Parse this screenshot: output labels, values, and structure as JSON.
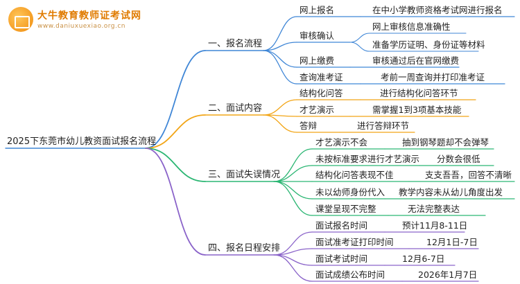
{
  "logo": {
    "title": "大牛教育教师证考试网",
    "url": "www.daniuxuexiao.org.cn"
  },
  "colors": {
    "blue": "#3f86d6",
    "orange": "#f2a516",
    "green": "#2bb673",
    "purple": "#8a63c9"
  },
  "root": {
    "label": "2025下东莞市幼儿教资面试报名流程"
  },
  "branches": [
    {
      "label": "一、报名流程",
      "color": "#3f86d6",
      "items": [
        {
          "label": "网上报名",
          "details": [
            "在中小学教师资格考试网进行报名"
          ]
        },
        {
          "label": "审核确认",
          "details": [
            "网上审核信息准确性",
            "准备学历证明、身份证等材料"
          ]
        },
        {
          "label": "网上缴费",
          "details": [
            "审核通过后在官网缴费"
          ]
        },
        {
          "label": "查询准考证",
          "details": [
            "考前一周查询并打印准考证"
          ]
        }
      ]
    },
    {
      "label": "二、面试内容",
      "color": "#f2a516",
      "items": [
        {
          "label": "结构化问答",
          "details": [
            "进行结构化问答环节"
          ]
        },
        {
          "label": "才艺演示",
          "details": [
            "需掌握1到3项基本技能"
          ]
        },
        {
          "label": "答辩",
          "details": [
            "进行答辩环节"
          ]
        }
      ]
    },
    {
      "label": "三、面试失误情况",
      "color": "#2bb673",
      "items": [
        {
          "label": "才艺演示不会",
          "details": [
            "抽到钢琴题却不会弹琴"
          ]
        },
        {
          "label": "未按标准要求进行才艺演示",
          "details": [
            "分数会很低"
          ]
        },
        {
          "label": "结构化问答表现不佳",
          "details": [
            "支支吾吾，回答不清晰"
          ]
        },
        {
          "label": "未以幼师身份代入",
          "details": [
            "教学内容未从幼儿角度出发"
          ]
        },
        {
          "label": "课堂呈现不完整",
          "details": [
            "无法完整表达"
          ]
        }
      ]
    },
    {
      "label": "四、报名日程安排",
      "color": "#8a63c9",
      "items": [
        {
          "label": "面试报名时间",
          "details": [
            "预计11月8-11日"
          ]
        },
        {
          "label": "面试准考证打印时间",
          "details": [
            "12月1日-7日"
          ]
        },
        {
          "label": "面试考试时间",
          "details": [
            "12月6-7日"
          ]
        },
        {
          "label": "面试成绩公布时间",
          "details": [
            "2026年1月7日"
          ]
        }
      ]
    }
  ]
}
